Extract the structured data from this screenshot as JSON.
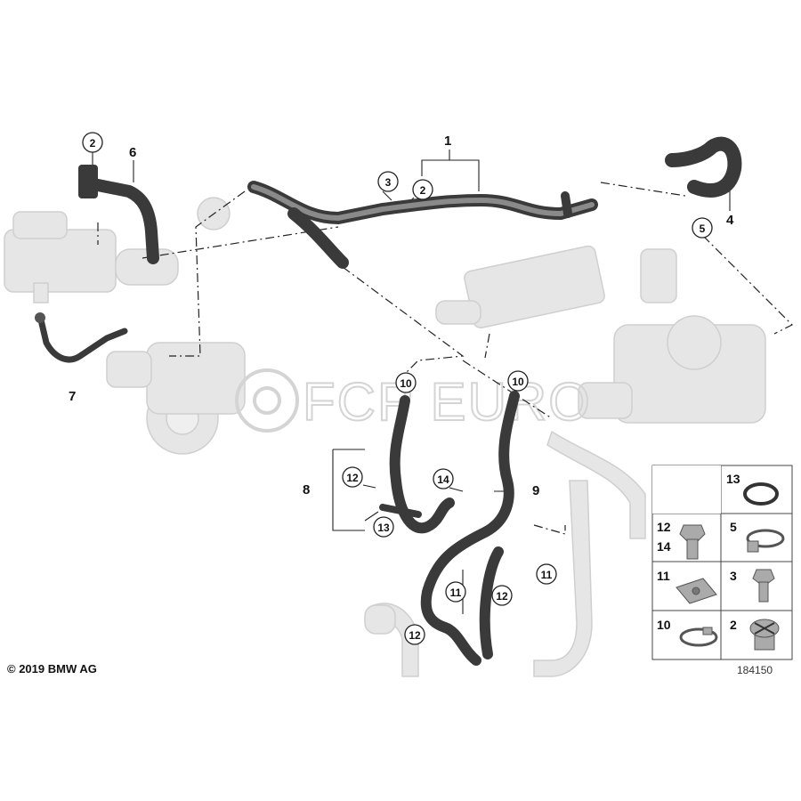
{
  "copyright": "© 2019 BMW AG",
  "diagram_id": "184150",
  "watermark": "FCP EURO",
  "part_numbers": {
    "p1": "1",
    "p4": "4",
    "p6": "6",
    "p7": "7",
    "p8": "8",
    "p9": "9"
  },
  "callouts": {
    "c2a": "2",
    "c2b": "2",
    "c3": "3",
    "c5": "5",
    "c10a": "10",
    "c10b": "10",
    "c12a": "12",
    "c13": "13",
    "c14": "14",
    "c11a": "11",
    "c11b": "11",
    "c12b": "12",
    "c12c": "12"
  },
  "legend": [
    {
      "id": "13",
      "label": "13"
    },
    {
      "id": "12-14",
      "label": "12",
      "label2": "14"
    },
    {
      "id": "5",
      "label": "5"
    },
    {
      "id": "11",
      "label": "11"
    },
    {
      "id": "3",
      "label": "3"
    },
    {
      "id": "10",
      "label": "10"
    },
    {
      "id": "2",
      "label": "2"
    }
  ],
  "colors": {
    "hose": "#3d3d3d",
    "ghost": "#e2e2e2",
    "ghost_stroke": "#c9c9c9",
    "line": "#222222"
  }
}
